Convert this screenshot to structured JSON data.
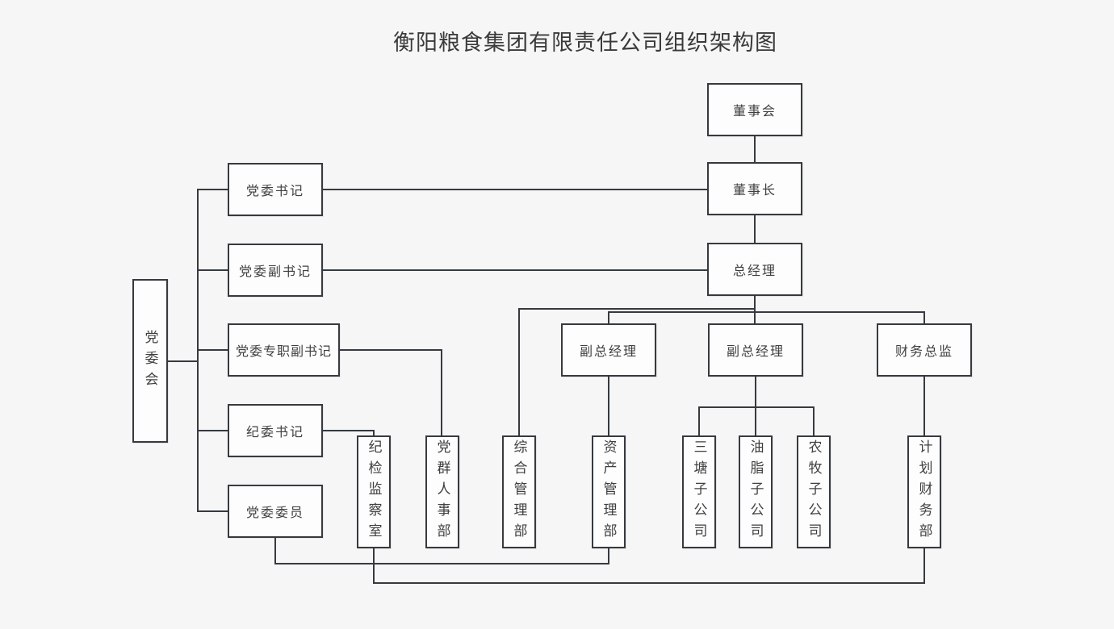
{
  "title": "衡阳粮食集团有限责任公司组织架构图",
  "colors": {
    "background": "#f6f6f7",
    "box_fill": "#fdfdfd",
    "box_border": "#363a40",
    "connector_line": "#363a40",
    "text": "#3f3f3f"
  },
  "nodes": {
    "board": {
      "label": "董事会"
    },
    "chairman": {
      "label": "董事长"
    },
    "general_manager": {
      "label": "总经理"
    },
    "party_committee": {
      "label": "党委会"
    },
    "party_secretary": {
      "label": "党委书记"
    },
    "deputy_party_secretary": {
      "label": "党委副书记"
    },
    "fulltime_deputy_party_secretary": {
      "label": "党委专职副书记"
    },
    "discipline_secretary": {
      "label": "纪委书记"
    },
    "party_committee_member": {
      "label": "党委委员"
    },
    "deputy_general_manager_1": {
      "label": "副总经理"
    },
    "deputy_general_manager_2": {
      "label": "副总经理"
    },
    "finance_director": {
      "label": "财务总监"
    },
    "discipline_inspection_office": {
      "label": "纪检监察室"
    },
    "party_mass_hr_dept": {
      "label": "党群人事部"
    },
    "general_management_dept": {
      "label": "综合管理部"
    },
    "asset_management_dept": {
      "label": "资产管理部"
    },
    "santang_subsidiary": {
      "label": "三塘子公司"
    },
    "oil_subsidiary": {
      "label": "油脂子公司"
    },
    "agriculture_subsidiary": {
      "label": "农牧子公司"
    },
    "planning_finance_dept": {
      "label": "计划财务部"
    }
  }
}
